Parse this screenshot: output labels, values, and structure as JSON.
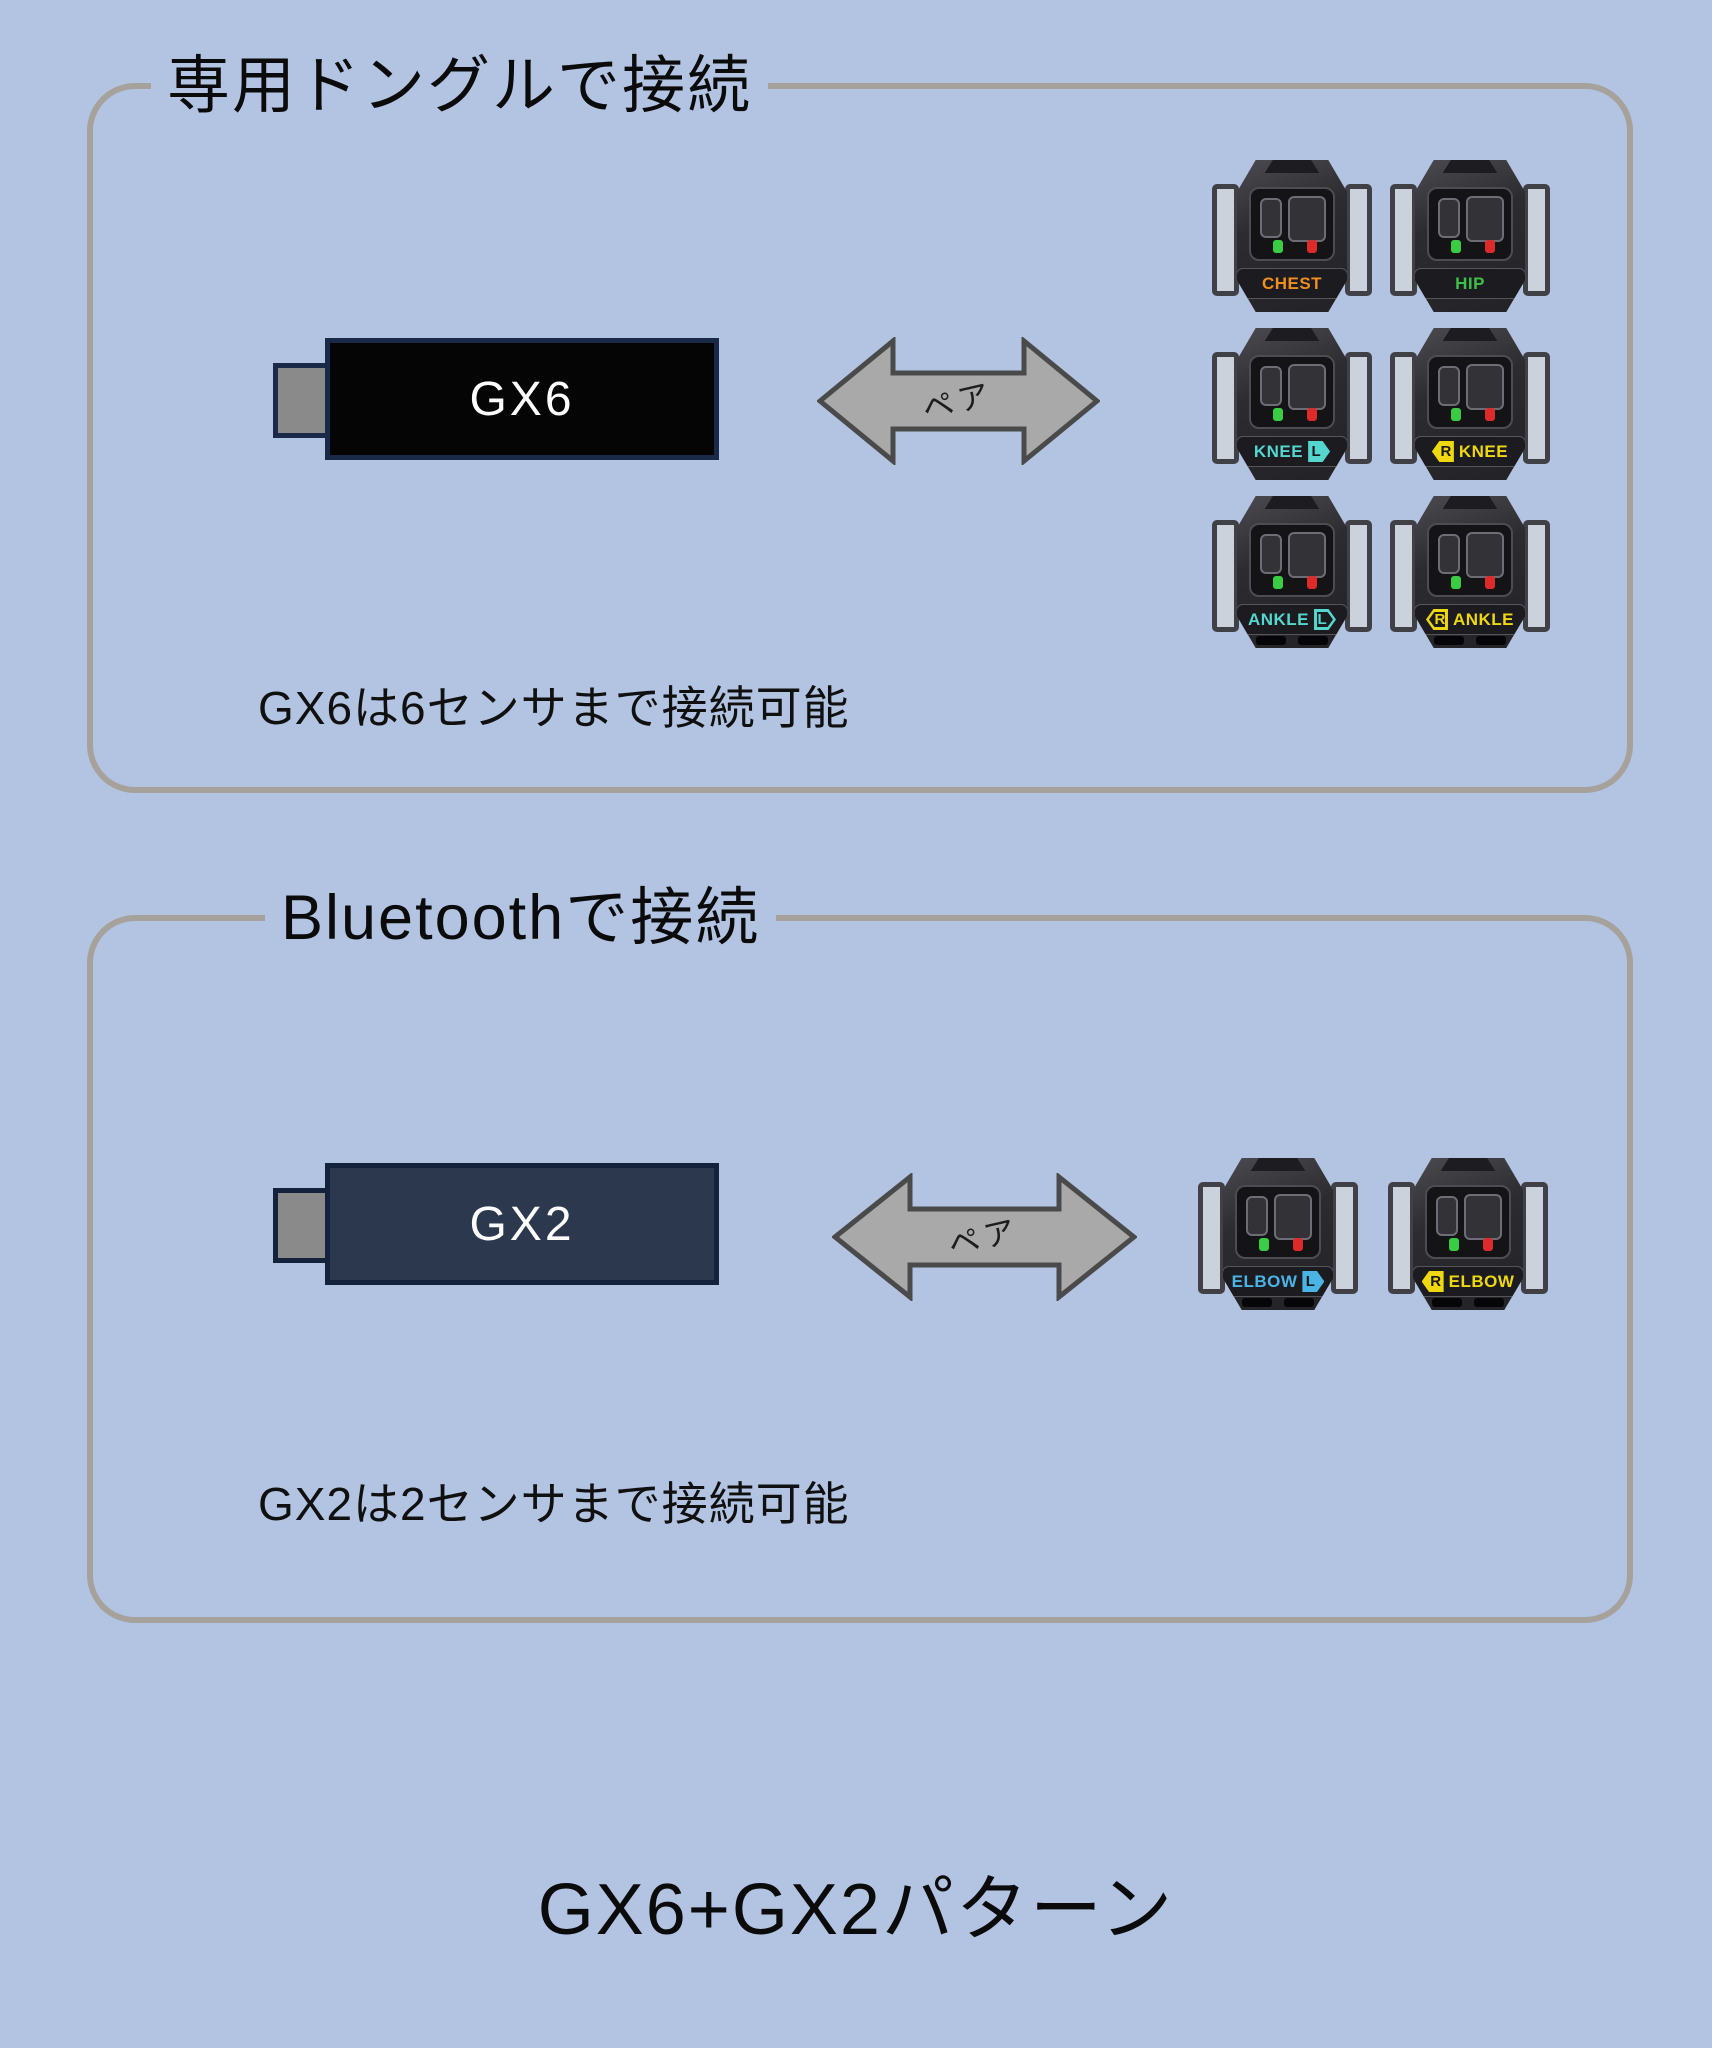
{
  "background": "#b3c4e3",
  "box_border_color": "#a6a29b",
  "arrow": {
    "fill": "#a9a9a9",
    "stroke": "#4a4a4a"
  },
  "leds": {
    "green": "#3acc44",
    "red": "#dd2b2b"
  },
  "bottom_title": "GX6+GX2パターン",
  "section_dongle": {
    "title": "専用ドングルで接続",
    "dongle": {
      "label": "GX6",
      "body_color": "#050505",
      "border_color": "#1b2949"
    },
    "pair_label": "ペア",
    "caption": "GX6は6センサまで接続可能",
    "sensors": [
      {
        "label": "CHEST",
        "color": "#ef8f1e",
        "badge": null,
        "dock": false
      },
      {
        "label": "HIP",
        "color": "#3fbf47",
        "badge": null,
        "dock": false
      },
      {
        "label": "KNEE",
        "color": "#55d6ce",
        "badge": {
          "letter": "L",
          "side": "right",
          "style": "solid",
          "color": "#55d6ce"
        },
        "dock": false
      },
      {
        "label": "KNEE",
        "color": "#f0d80e",
        "badge": {
          "letter": "R",
          "side": "left",
          "style": "solid",
          "color": "#f0d80e"
        },
        "dock": false
      },
      {
        "label": "ANKLE",
        "color": "#55d6ce",
        "badge": {
          "letter": "L",
          "side": "right",
          "style": "outline",
          "color": "#55d6ce"
        },
        "dock": true
      },
      {
        "label": "ANKLE",
        "color": "#f0d80e",
        "badge": {
          "letter": "R",
          "side": "left",
          "style": "outline",
          "color": "#f0d80e"
        },
        "dock": true
      }
    ]
  },
  "section_bluetooth": {
    "title": "Bluetoothで接続",
    "dongle": {
      "label": "GX2",
      "body_color": "#2c384e",
      "border_color": "#14223c"
    },
    "pair_label": "ペア",
    "caption": "GX2は2センサまで接続可能",
    "sensors": [
      {
        "label": "ELBOW",
        "color": "#4ab4e6",
        "badge": {
          "letter": "L",
          "side": "right",
          "style": "solid",
          "color": "#4ab4e6"
        },
        "dock": true
      },
      {
        "label": "ELBOW",
        "color": "#f0d80e",
        "badge": {
          "letter": "R",
          "side": "left",
          "style": "solid",
          "color": "#f0d80e"
        },
        "dock": true
      }
    ]
  }
}
